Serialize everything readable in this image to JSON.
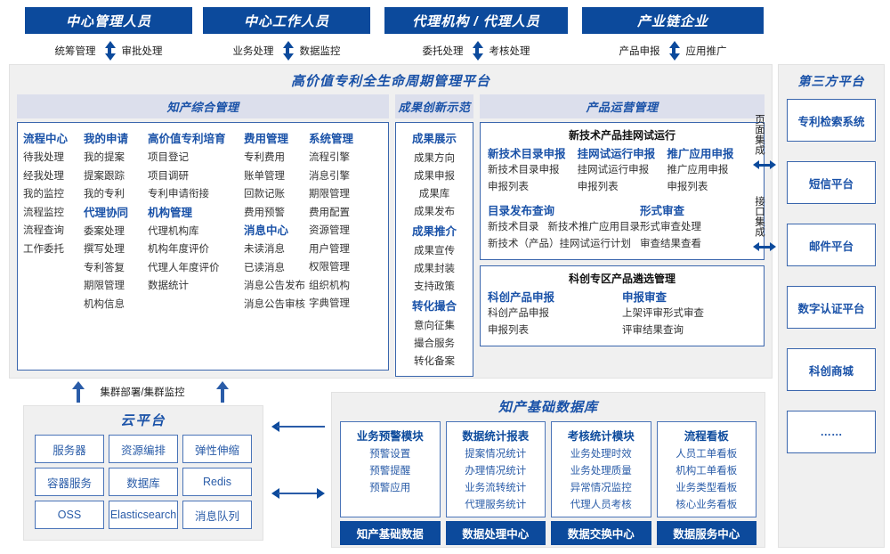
{
  "roles": [
    {
      "title": "中心管理人员",
      "left": "统筹管理",
      "right": "审批处理"
    },
    {
      "title": "中心工作人员",
      "left": "业务处理",
      "right": "数据监控"
    },
    {
      "title": "代理机构 / 代理人员",
      "left": "委托处理",
      "right": "考核处理"
    },
    {
      "title": "产业链企业",
      "left": "产品申报",
      "right": "应用推广"
    }
  ],
  "platform": {
    "title": "高价值专利全生命周期管理平台",
    "zone1": {
      "header": "知产综合管理",
      "columns": [
        {
          "blocks": [
            {
              "head": "流程中心",
              "items": [
                "待我处理",
                "经我处理",
                "我的监控",
                "流程监控",
                "流程查询",
                "工作委托"
              ]
            }
          ]
        },
        {
          "blocks": [
            {
              "head": "我的申请",
              "items": [
                "我的提案",
                "提案跟踪",
                "我的专利"
              ]
            },
            {
              "head": "代理协同",
              "items": [
                "委案处理",
                "撰写处理",
                "专利答复",
                "期限管理",
                "机构信息"
              ]
            }
          ]
        },
        {
          "blocks": [
            {
              "head": "高价值专利培育",
              "items": [
                "项目登记",
                "项目调研",
                "专利申请衔接"
              ]
            },
            {
              "head": "机构管理",
              "items": [
                "代理机构库",
                "机构年度评价",
                "代理人年度评价",
                "数据统计"
              ]
            }
          ]
        },
        {
          "blocks": [
            {
              "head": "费用管理",
              "items": [
                "专利费用",
                "账单管理",
                "回款记账",
                "费用预警"
              ]
            },
            {
              "head": "消息中心",
              "items": [
                "未读消息",
                "已读消息",
                "消息公告发布",
                "消息公告审核"
              ]
            }
          ]
        },
        {
          "blocks": [
            {
              "head": "系统管理",
              "items": [
                "流程引擎",
                "消息引擎",
                "期限管理",
                "费用配置",
                "资源管理",
                "用户管理",
                "权限管理",
                "组织机构",
                "字典管理"
              ]
            }
          ]
        }
      ]
    },
    "zone2": {
      "header": "成果创新示范",
      "blocks": [
        {
          "head": "成果展示",
          "items": [
            "成果方向",
            "成果申报",
            "成果库",
            "成果发布"
          ]
        },
        {
          "head": "成果推介",
          "items": [
            "成果宣传",
            "成果封装",
            "支持政策"
          ]
        },
        {
          "head": "转化撮合",
          "items": [
            "意向征集",
            "撮合服务",
            "转化备案"
          ]
        }
      ]
    },
    "zone3": {
      "header": "产品运营管理",
      "boxes": [
        {
          "title": "新技术产品挂网试运行",
          "row1": [
            {
              "head": "新技术目录申报",
              "items": [
                "新技术目录申报",
                "申报列表"
              ]
            },
            {
              "head": "挂网试运行申报",
              "items": [
                "挂网试运行申报",
                "申报列表"
              ]
            },
            {
              "head": "推广应用申报",
              "items": [
                "推广应用申报",
                "申报列表"
              ]
            }
          ],
          "row2": [
            {
              "head": "目录发布查询",
              "inline_rows": [
                [
                  "新技术目录",
                  "新技术推广应用目录"
                ],
                [
                  "新技术（产品）挂网试运行计划"
                ]
              ]
            },
            {
              "head": "形式审查",
              "items": [
                "形式审查处理",
                "审查结果查看"
              ]
            }
          ]
        },
        {
          "title": "科创专区产品遴选管理",
          "row1": [
            {
              "head": "科创产品申报",
              "items": [
                "科创产品申报",
                "申报列表"
              ]
            },
            {
              "head": "申报审查",
              "items": [
                "上架评审形式审查",
                "评审结果查询"
              ]
            }
          ]
        }
      ]
    }
  },
  "integration": {
    "page": "页面集成",
    "api": "接口集成"
  },
  "third_party": {
    "title": "第三方平台",
    "items": [
      "专利检索系统",
      "短信平台",
      "邮件平台",
      "数字认证平台",
      "科创商城",
      "……"
    ]
  },
  "cloud": {
    "cluster_label": "集群部署/集群监控",
    "title": "云平台",
    "cells": [
      "服务器",
      "资源编排",
      "弹性伸缩",
      "容器服务",
      "数据库",
      "Redis",
      "OSS",
      "Elasticsearch",
      "消息队列"
    ]
  },
  "database": {
    "title": "知产基础数据库",
    "columns": [
      {
        "head": "业务预警模块",
        "items": [
          "预警设置",
          "预警提醒",
          "预警应用"
        ],
        "foot": "知产基础数据"
      },
      {
        "head": "数据统计报表",
        "items": [
          "提案情况统计",
          "办理情况统计",
          "业务流转统计",
          "代理服务统计"
        ],
        "foot": "数据处理中心"
      },
      {
        "head": "考核统计模块",
        "items": [
          "业务处理时效",
          "业务处理质量",
          "异常情况监控",
          "代理人员考核"
        ],
        "foot": "数据交换中心"
      },
      {
        "head": "流程看板",
        "items": [
          "人员工单看板",
          "机构工单看板",
          "业务类型看板",
          "核心业务看板"
        ],
        "foot": "数据服务中心"
      }
    ]
  },
  "colors": {
    "brand_dark": "#0c4a9c",
    "brand": "#1a52a8",
    "panel_bg": "#f0f0f0",
    "zone_head_bg": "#dcdfec"
  }
}
